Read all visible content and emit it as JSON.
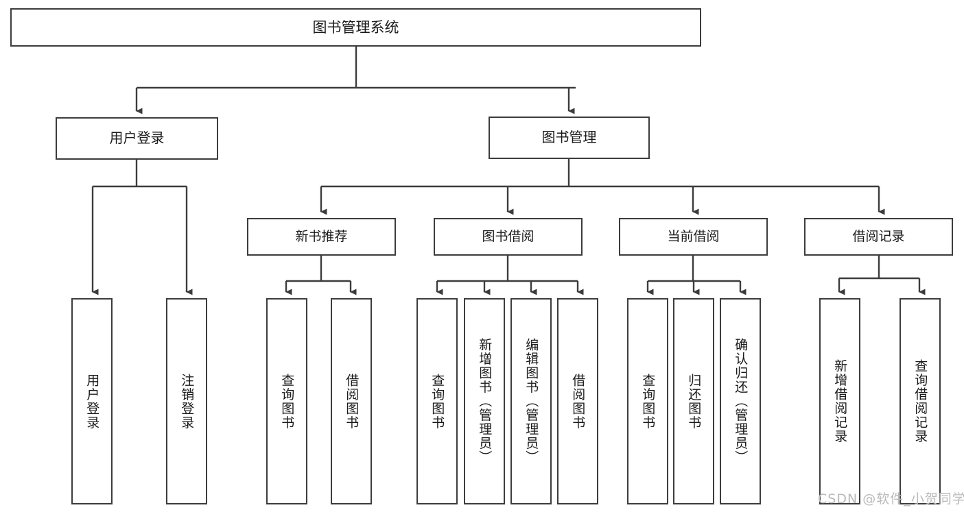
{
  "diagram": {
    "title": "图书管理系统",
    "type": "tree",
    "root": {
      "label": "图书管理系统"
    },
    "level2": [
      {
        "label": "用户登录"
      },
      {
        "label": "图书管理"
      }
    ],
    "level3": [
      {
        "label": "新书推荐"
      },
      {
        "label": "图书借阅"
      },
      {
        "label": "当前借阅"
      },
      {
        "label": "借阅记录"
      }
    ],
    "leaves": {
      "user_login": [
        {
          "label": "用户登录"
        },
        {
          "label": "注销登录"
        }
      ],
      "new_book": [
        {
          "label": "查询图书"
        },
        {
          "label": "借阅图书"
        }
      ],
      "book_borrow": [
        {
          "label": "查询图书"
        },
        {
          "label": "新增图书（管理员）"
        },
        {
          "label": "编辑图书（管理员）"
        },
        {
          "label": "借阅图书"
        }
      ],
      "current_borrow": [
        {
          "label": "查询图书"
        },
        {
          "label": "归还图书"
        },
        {
          "label": "确认归还（管理员）"
        }
      ],
      "borrow_record": [
        {
          "label": "新增借阅记录"
        },
        {
          "label": "查询借阅记录"
        }
      ]
    }
  },
  "watermark": {
    "text": "CSDN @软件_小贺同学"
  },
  "colors": {
    "stroke": "#3c3c3c",
    "background": "#ffffff",
    "text": "#1a1a1a",
    "watermark": "#b9b9b9"
  }
}
